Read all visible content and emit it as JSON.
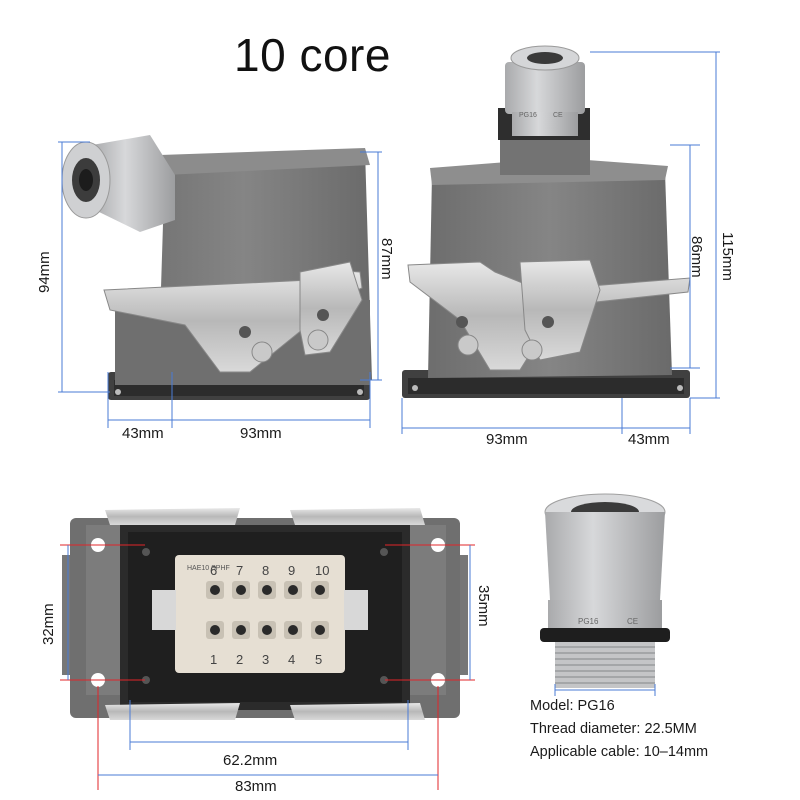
{
  "title": "10 core",
  "dimensions": {
    "left_height": "94mm",
    "left_height_inner": "87mm",
    "left_width_flange": "43mm",
    "left_width_body": "93mm",
    "right_height_body": "86mm",
    "right_height_total": "115mm",
    "right_width_body": "93mm",
    "right_width_flange": "43mm",
    "bottom_height_left": "32mm",
    "bottom_height_right": "35mm",
    "bottom_width_inner": "62.2mm",
    "bottom_width_outer": "83mm"
  },
  "insert": {
    "label": "HAE10 SPHF",
    "top_numbers": [
      "6",
      "7",
      "8",
      "9",
      "10"
    ],
    "bottom_numbers": [
      "1",
      "2",
      "3",
      "4",
      "5"
    ]
  },
  "gland": {
    "marks": [
      "PG16",
      "CE"
    ],
    "bottom_marks": [
      "PG16",
      "CE"
    ]
  },
  "specs": {
    "model": "Model: PG16",
    "thread": "Thread diameter: 22.5MM",
    "cable": "Applicable cable: 10–14mm"
  },
  "colors": {
    "housing": "#7b7b7b",
    "gland": "#c8c9cb",
    "dimension_line": "#4a7bd6",
    "dimension_red": "#e0242a"
  }
}
